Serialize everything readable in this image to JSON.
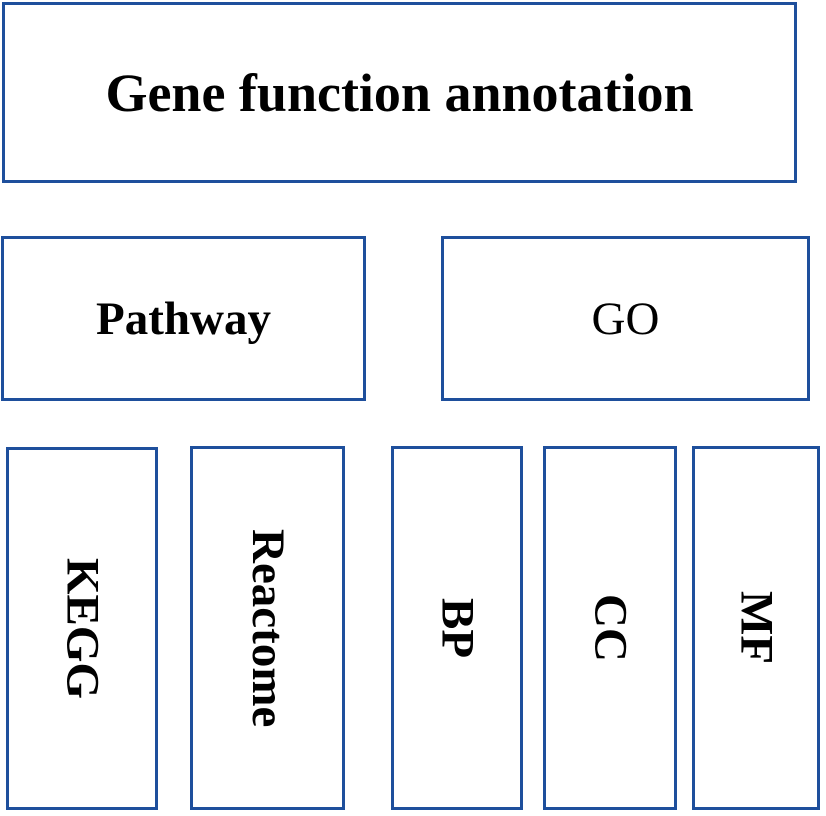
{
  "figure": {
    "title": "Gene function annotation",
    "groups": [
      {
        "label": "Pathway",
        "children": [
          "KEGG",
          "Reactome"
        ]
      },
      {
        "label": "GO",
        "children": [
          "BP",
          "CC",
          "MF"
        ]
      }
    ]
  },
  "colors": {
    "box_border": "#1e4f9c",
    "text": "#000000",
    "background": "#ffffff"
  }
}
